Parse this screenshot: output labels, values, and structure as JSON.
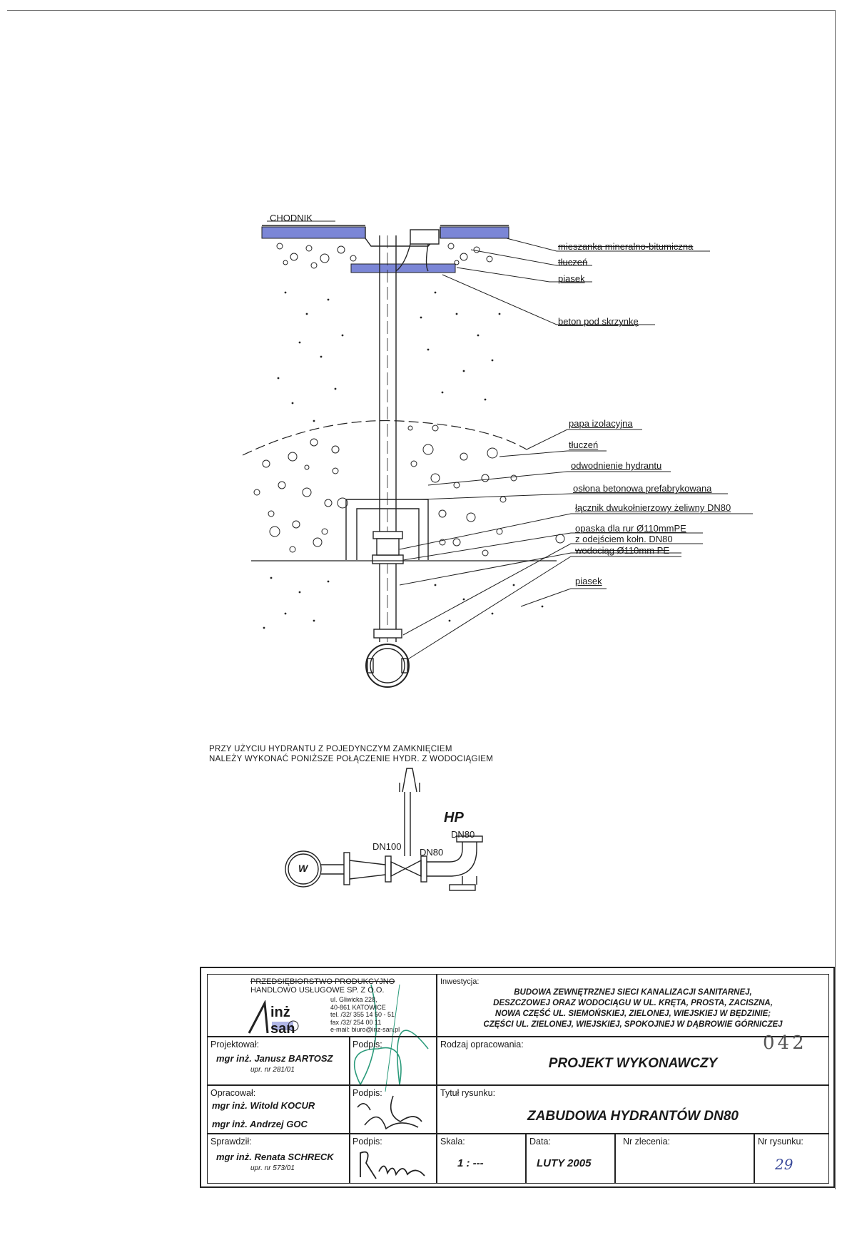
{
  "labels": {
    "chodnik": "CHODNIK",
    "mieszanka": "mieszanka mineralno-bitumiczna",
    "tluczen_top": "tłuczeń",
    "piasek_top": "piasek",
    "beton": "beton pod skrzynkę",
    "papa": "papa izolacyjna",
    "tluczen": "tłuczeń",
    "odwodnienie": "odwodnienie hydrantu",
    "oslona": "osłona betonowa prefabrykowana",
    "lacznik": "łącznik dwukołnierzowy żeliwny DN80",
    "opaska_1": "opaska dla rur Ø110mmPE",
    "opaska_2": "z odejściem kołn. DN80",
    "wodociag": "wodociąg Ø110mm PE",
    "piasek_bottom": "piasek"
  },
  "note": {
    "line1": "PRZY UŻYCIU HYDRANTU Z POJEDYNCZYM ZAMKNIĘCIEM",
    "line2": "NALEŻY WYKONAĆ PONIŻSZE POŁĄCZENIE HYDR. Z WODOCIĄGIEM"
  },
  "schematic": {
    "hp": "HP",
    "dn80_top": "DN80",
    "dn100": "DN100",
    "dn80_mid": "DN80",
    "w": "W"
  },
  "title_block": {
    "company_line1": "PRZEDSIĘBIORSTWO PRODUKCYJNO",
    "company_line2": "HANDLOWO USŁUGOWE  SP. Z O.O.",
    "address1": "ul. Gliwicka 228,",
    "address2": "40-861 KATOWICE",
    "tel": "tel. /32/ 355 14 50 - 51",
    "fax": "fax /32/ 254 00 11",
    "email": "e-mail: biuro@inz-san.pl",
    "logo_text": "inż san",
    "inwestycja_label": "Inwestycja:",
    "inwestycja_1": "BUDOWA ZEWNĘTRZNEJ SIECI KANALIZACJI SANITARNEJ,",
    "inwestycja_2": "DESZCZOWEJ ORAZ WODOCIĄGU W UL. KRĘTA, PROSTA, ZACISZNA,",
    "inwestycja_3": "NOWA CZĘŚĆ UL. SIEMOŃSKIEJ, ZIELONEJ, WIEJSKIEJ W BĘDZINIE;",
    "inwestycja_4": "CZĘŚCI UL. ZIELONEJ, WIEJSKIEJ, SPOKOJNEJ W  DĄBROWIE GÓRNICZEJ",
    "stamp_number": "042",
    "projektowal_label": "Projektował:",
    "projektowal_name": "mgr inż. Janusz BARTOSZ",
    "projektowal_upr": "upr. nr 281/01",
    "podpis1": "Podpis:",
    "rodzaj_label": "Rodzaj opracowania:",
    "rodzaj_value": "PROJEKT WYKONAWCZY",
    "opracowal_label": "Opracował:",
    "opracowal_name1": "mgr inż. Witold KOCUR",
    "opracowal_name2": "mgr inż. Andrzej GOC",
    "podpis2": "Podpis:",
    "tytul_label": "Tytuł rysunku:",
    "tytul_value": "ZABUDOWA HYDRANTÓW DN80",
    "sprawdzil_label": "Sprawdził:",
    "sprawdzil_name": "mgr inż. Renata SCHRECK",
    "sprawdzil_upr": "upr. nr 573/01",
    "podpis3": "Podpis:",
    "skala_label": "Skala:",
    "skala_value": "1 : ---",
    "data_label": "Data:",
    "data_value": "LUTY 2005",
    "zlecenie_label": "Nr zlecenia:",
    "rysunek_label": "Nr rysunku:",
    "rysunek_value": "29"
  },
  "colors": {
    "pavement": "#7b86d6",
    "ink": "#1a1a1a",
    "signature_green": "#2a9a7a",
    "stamp_blue": "#3a4a9a"
  }
}
